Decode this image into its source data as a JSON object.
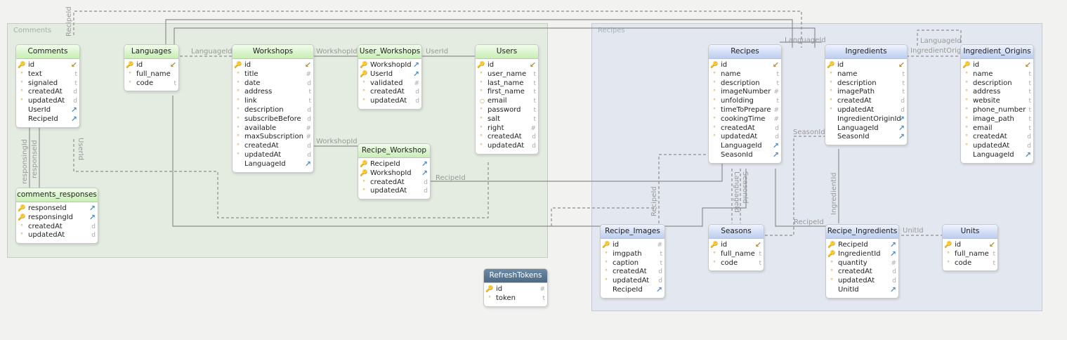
{
  "groups": {
    "comments": "Comments",
    "recipes": "Recipes"
  },
  "colors": {
    "green_header": "#c8eeb5",
    "blue_header": "#bccdee",
    "dark_header": "#4b6a87",
    "key": "#c9a23a",
    "fk_arrow": "#4f8bc6"
  },
  "tables": {
    "comments": {
      "title": "Comments",
      "rows": [
        {
          "name": "id",
          "type": "",
          "marker": "key"
        },
        {
          "name": "text",
          "type": "t",
          "marker": "dot"
        },
        {
          "name": "signaled",
          "type": "t",
          "marker": "dot"
        },
        {
          "name": "createdAt",
          "type": "d",
          "marker": "dot"
        },
        {
          "name": "updatedAt",
          "type": "d",
          "marker": "dot"
        },
        {
          "name": "UserId",
          "type": "fk",
          "marker": ""
        },
        {
          "name": "RecipeId",
          "type": "fk",
          "marker": ""
        }
      ]
    },
    "languages": {
      "title": "Languages",
      "rows": [
        {
          "name": "id",
          "type": "",
          "marker": "key"
        },
        {
          "name": "full_name",
          "type": "",
          "marker": "dot"
        },
        {
          "name": "code",
          "type": "t",
          "marker": "dot"
        }
      ]
    },
    "workshops": {
      "title": "Workshops",
      "rows": [
        {
          "name": "id",
          "type": "",
          "marker": "key"
        },
        {
          "name": "title",
          "type": "#",
          "marker": "dot"
        },
        {
          "name": "date",
          "type": "d",
          "marker": "dot"
        },
        {
          "name": "address",
          "type": "t",
          "marker": "dot"
        },
        {
          "name": "link",
          "type": "t",
          "marker": "dot"
        },
        {
          "name": "description",
          "type": "d",
          "marker": "dot"
        },
        {
          "name": "subscribeBefore",
          "type": "d",
          "marker": "dot"
        },
        {
          "name": "available",
          "type": "#",
          "marker": "dot"
        },
        {
          "name": "maxSubscription",
          "type": "#",
          "marker": "dot"
        },
        {
          "name": "createdAt",
          "type": "d",
          "marker": "dot"
        },
        {
          "name": "updatedAt",
          "type": "d",
          "marker": "dot"
        },
        {
          "name": "LanguageId",
          "type": "fk",
          "marker": ""
        }
      ]
    },
    "user_workshops": {
      "title": "User_Workshops",
      "rows": [
        {
          "name": "WorkshopId",
          "type": "fk",
          "marker": "key"
        },
        {
          "name": "UserId",
          "type": "fk",
          "marker": "key"
        },
        {
          "name": "validated",
          "type": "#",
          "marker": "dot"
        },
        {
          "name": "createdAt",
          "type": "d",
          "marker": "dot"
        },
        {
          "name": "updatedAt",
          "type": "d",
          "marker": "dot"
        }
      ]
    },
    "users": {
      "title": "Users",
      "rows": [
        {
          "name": "id",
          "type": "",
          "marker": "key"
        },
        {
          "name": "user_name",
          "type": "t",
          "marker": "dot"
        },
        {
          "name": "last_name",
          "type": "t",
          "marker": "dot"
        },
        {
          "name": "first_name",
          "type": "t",
          "marker": "dot"
        },
        {
          "name": "email",
          "type": "t",
          "marker": "ring"
        },
        {
          "name": "password",
          "type": "t",
          "marker": "dot"
        },
        {
          "name": "salt",
          "type": "t",
          "marker": "dot"
        },
        {
          "name": "right",
          "type": "#",
          "marker": "dot"
        },
        {
          "name": "createdAt",
          "type": "d",
          "marker": "dot"
        },
        {
          "name": "updatedAt",
          "type": "d",
          "marker": "dot"
        }
      ]
    },
    "recipe_workshop": {
      "title": "Recipe_Workshop",
      "rows": [
        {
          "name": "RecipeId",
          "type": "fk",
          "marker": "key"
        },
        {
          "name": "WorkshopId",
          "type": "fk",
          "marker": "key"
        },
        {
          "name": "createdAt",
          "type": "d",
          "marker": "dot"
        },
        {
          "name": "updatedAt",
          "type": "d",
          "marker": "dot"
        }
      ]
    },
    "comments_responses": {
      "title": "comments_responses",
      "rows": [
        {
          "name": "responseId",
          "type": "fk",
          "marker": "key"
        },
        {
          "name": "responsingId",
          "type": "fk",
          "marker": "key"
        },
        {
          "name": "createdAt",
          "type": "d",
          "marker": "dot"
        },
        {
          "name": "updatedAt",
          "type": "d",
          "marker": "dot"
        }
      ]
    },
    "refresh_tokens": {
      "title": "RefreshTokens",
      "rows": [
        {
          "name": "id",
          "type": "#",
          "marker": "key"
        },
        {
          "name": "token",
          "type": "t",
          "marker": "dot"
        }
      ]
    },
    "recipes": {
      "title": "Recipes",
      "rows": [
        {
          "name": "id",
          "type": "",
          "marker": "key"
        },
        {
          "name": "name",
          "type": "t",
          "marker": "dot"
        },
        {
          "name": "description",
          "type": "t",
          "marker": "dot"
        },
        {
          "name": "imageNumber",
          "type": "#",
          "marker": "dot"
        },
        {
          "name": "unfolding",
          "type": "t",
          "marker": "dot"
        },
        {
          "name": "timeToPrepare",
          "type": "#",
          "marker": "dot"
        },
        {
          "name": "cookingTime",
          "type": "#",
          "marker": "dot"
        },
        {
          "name": "createdAt",
          "type": "d",
          "marker": "dot"
        },
        {
          "name": "updatedAt",
          "type": "d",
          "marker": "dot"
        },
        {
          "name": "LanguageId",
          "type": "fk",
          "marker": ""
        },
        {
          "name": "SeasonId",
          "type": "fk",
          "marker": ""
        }
      ]
    },
    "ingredients": {
      "title": "Ingredients",
      "rows": [
        {
          "name": "id",
          "type": "",
          "marker": "key"
        },
        {
          "name": "name",
          "type": "t",
          "marker": "dot"
        },
        {
          "name": "description",
          "type": "t",
          "marker": "dot"
        },
        {
          "name": "imagePath",
          "type": "t",
          "marker": "dot"
        },
        {
          "name": "createdAt",
          "type": "d",
          "marker": "dot"
        },
        {
          "name": "updatedAt",
          "type": "d",
          "marker": "dot"
        },
        {
          "name": "IngredientOriginId",
          "type": "fk",
          "marker": ""
        },
        {
          "name": "LanguageId",
          "type": "fk",
          "marker": ""
        },
        {
          "name": "SeasonId",
          "type": "fk",
          "marker": ""
        }
      ]
    },
    "ingredient_origins": {
      "title": "Ingredient_Origins",
      "rows": [
        {
          "name": "id",
          "type": "",
          "marker": "key"
        },
        {
          "name": "name",
          "type": "t",
          "marker": "dot"
        },
        {
          "name": "description",
          "type": "t",
          "marker": "dot"
        },
        {
          "name": "address",
          "type": "t",
          "marker": "dot"
        },
        {
          "name": "website",
          "type": "t",
          "marker": "dot"
        },
        {
          "name": "phone_number",
          "type": "t",
          "marker": "dot"
        },
        {
          "name": "image_path",
          "type": "t",
          "marker": "dot"
        },
        {
          "name": "email",
          "type": "t",
          "marker": "dot"
        },
        {
          "name": "createdAt",
          "type": "d",
          "marker": "dot"
        },
        {
          "name": "updatedAt",
          "type": "d",
          "marker": "dot"
        },
        {
          "name": "LanguageId",
          "type": "fk",
          "marker": ""
        }
      ]
    },
    "recipe_images": {
      "title": "Recipe_Images",
      "rows": [
        {
          "name": "id",
          "type": "#",
          "marker": "key"
        },
        {
          "name": "imgpath",
          "type": "t",
          "marker": "dot"
        },
        {
          "name": "caption",
          "type": "t",
          "marker": "dot"
        },
        {
          "name": "createdAt",
          "type": "d",
          "marker": "dot"
        },
        {
          "name": "updatedAt",
          "type": "d",
          "marker": "dot"
        },
        {
          "name": "RecipeId",
          "type": "fk",
          "marker": ""
        }
      ]
    },
    "seasons": {
      "title": "Seasons",
      "rows": [
        {
          "name": "id",
          "type": "",
          "marker": "key"
        },
        {
          "name": "full_name",
          "type": "t",
          "marker": "dot"
        },
        {
          "name": "code",
          "type": "t",
          "marker": "dot"
        }
      ]
    },
    "recipe_ingredients": {
      "title": "Recipe_Ingredients",
      "rows": [
        {
          "name": "RecipeId",
          "type": "fk",
          "marker": "key"
        },
        {
          "name": "IngredientId",
          "type": "fk",
          "marker": "key"
        },
        {
          "name": "quantity",
          "type": "#",
          "marker": "dot"
        },
        {
          "name": "createdAt",
          "type": "d",
          "marker": "dot"
        },
        {
          "name": "updatedAt",
          "type": "d",
          "marker": "dot"
        },
        {
          "name": "UnitId",
          "type": "fk",
          "marker": ""
        }
      ]
    },
    "units": {
      "title": "Units",
      "rows": [
        {
          "name": "id",
          "type": "",
          "marker": "key"
        },
        {
          "name": "full_name",
          "type": "t",
          "marker": "dot"
        },
        {
          "name": "code",
          "type": "t",
          "marker": "dot"
        }
      ]
    }
  },
  "relation_labels": {
    "comments_recipe": "RecipeId",
    "comments_user": "UserId",
    "responses_a": "responsingId",
    "responses_b": "responseId",
    "workshop_language": "LanguageId",
    "userworkshop_workshop": "WorkshopId",
    "userworkshop_user": "UserId",
    "recipeworkshop_workshop": "WorkshopId",
    "recipeworkshop_recipe": "RecipeId",
    "recipe_language": "LanguageId",
    "ingredient_origin": "IngredientOrigin",
    "origin_language": "LanguageId",
    "ingredient_season": "SeasonId",
    "images_recipe": "RecipeId",
    "recipe_season_a": "SeasonId",
    "recipe_season_b": "LanguageId",
    "ringr_ingredient": "IngredientId",
    "ringr_recipe": "RecipeId",
    "ringr_unit": "UnitId"
  }
}
